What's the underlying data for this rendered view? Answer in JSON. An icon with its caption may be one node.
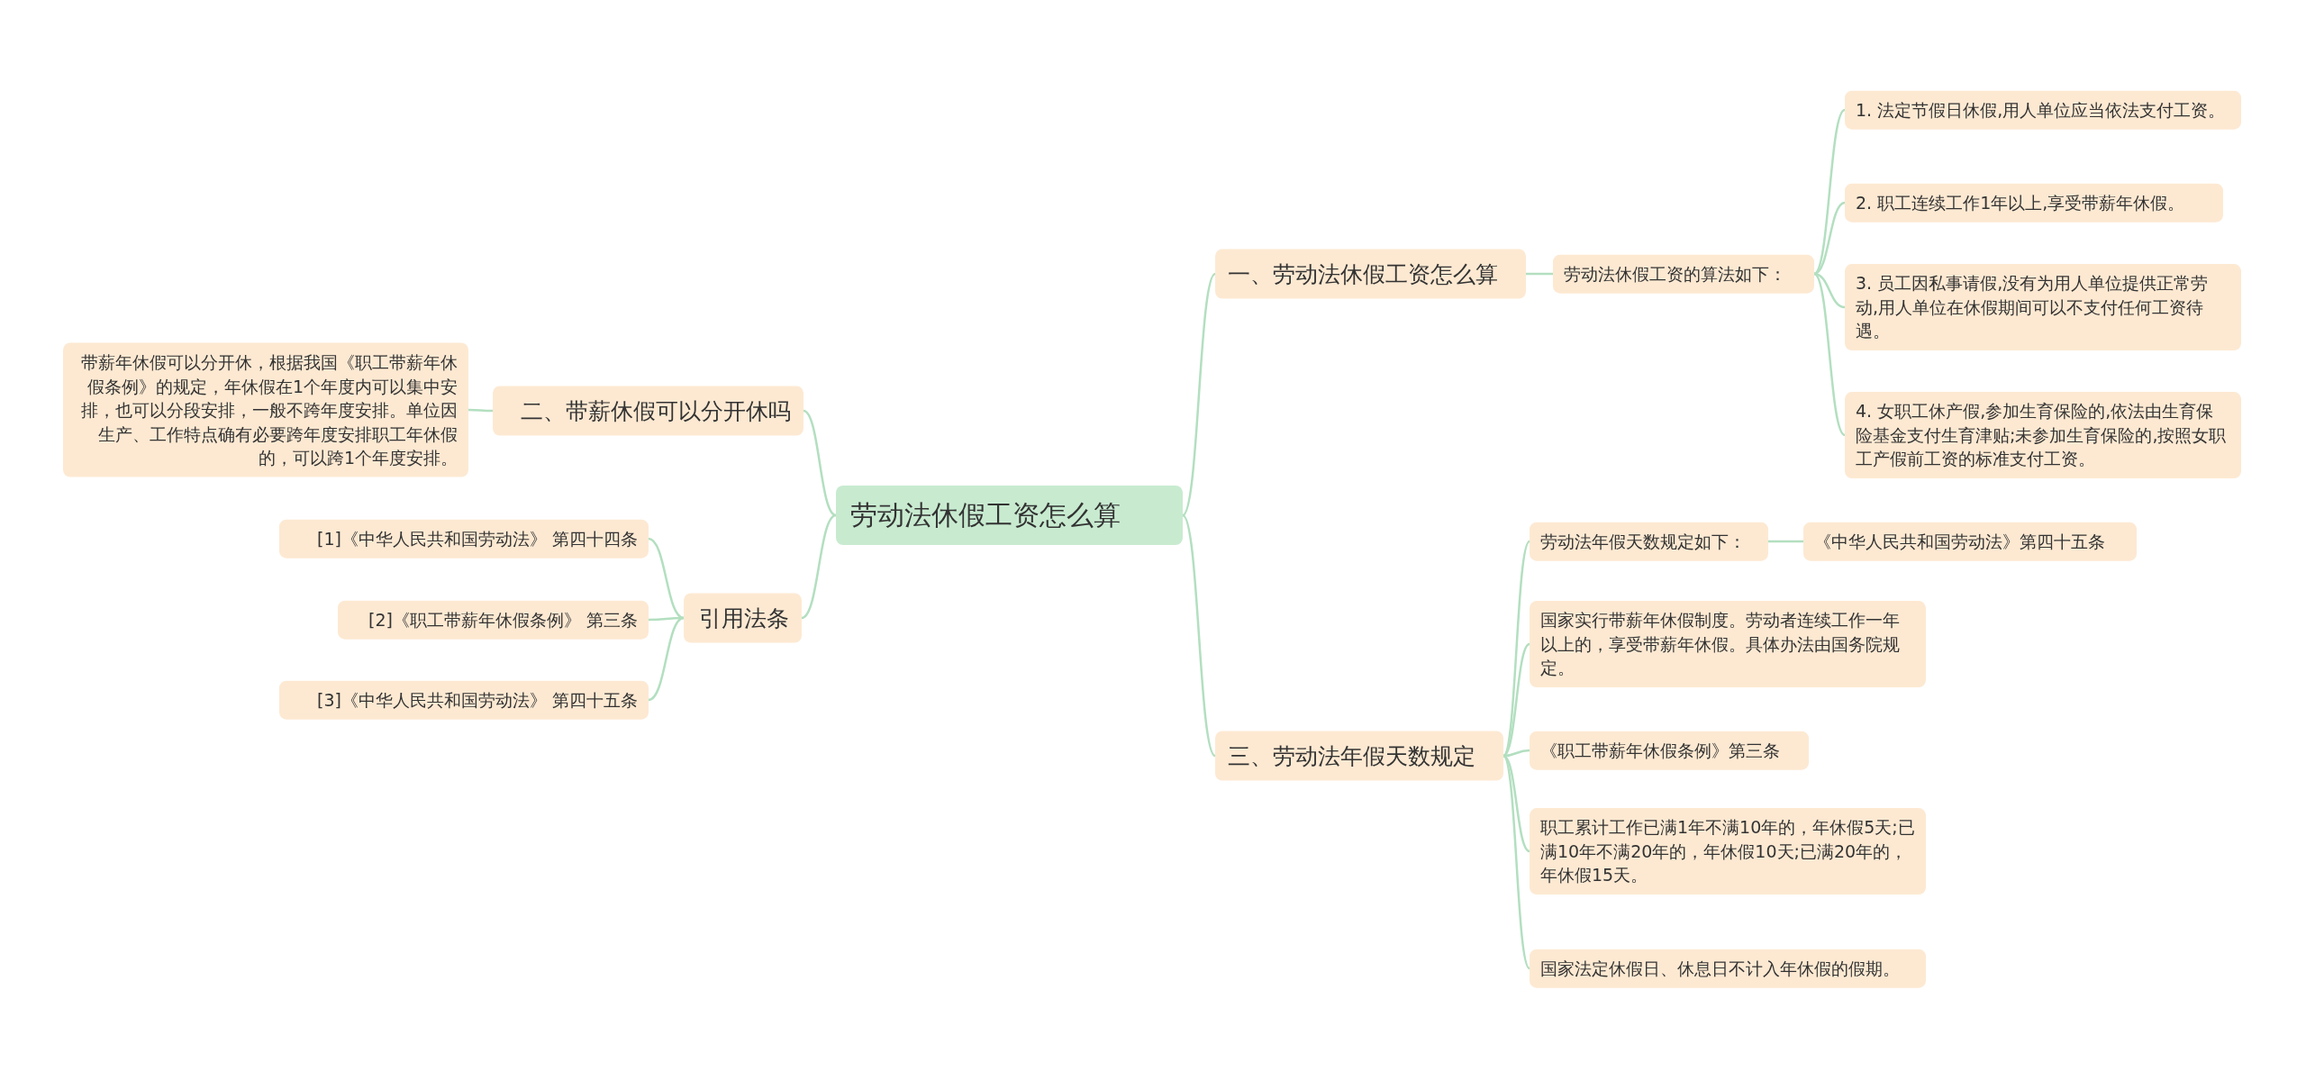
{
  "diagram": {
    "nodes": [
      {
        "text": [
          "劳动法休假工资怎么算"
        ]
      },
      {
        "text": [
          "一、劳动法休假工资怎么算"
        ]
      },
      {
        "text": [
          "劳动法休假工资的算法如下："
        ]
      },
      {
        "text": [
          "1. 法定节假日休假,用人单位应当依法支付工资。"
        ]
      },
      {
        "text": [
          "2. 职工连续工作1年以上,享受带薪年休假。"
        ]
      },
      {
        "text": [
          "3. 员工因私事请假,没有为用人单位提供正常劳动,用人单位在休假期间可以不支付任何工资待遇。"
        ]
      },
      {
        "text": [
          "4. 女职工休产假,参加生育保险的,依法由生育保险基金支付生育津贴;未参加生育保险的,按照女职工产假前工资的标准支付工资。"
        ]
      },
      {
        "text": [
          "三、劳动法年假天数规定"
        ]
      },
      {
        "text": [
          "劳动法年假天数规定如下："
        ]
      },
      {
        "text": [
          "《中华人民共和国劳动法》第四十五条"
        ]
      },
      {
        "text": [
          "国家实行带薪年休假制度。劳动者连续工作一年以上的，享受带薪年休假。具体办法由国务院规定。"
        ]
      },
      {
        "text": [
          "《职工带薪年休假条例》第三条"
        ]
      },
      {
        "text": [
          "职工累计工作已满1年不满10年的，年休假5天;已满10年不满20年的，年休假10天;已满20年的，年休假15天。"
        ]
      },
      {
        "text": [
          "国家法定休假日、休息日不计入年休假的假期。"
        ]
      },
      {
        "text": [
          "二、带薪休假可以分开休吗"
        ]
      },
      {
        "text": [
          "带薪年休假可以分开休，根据我国《职工带薪年休假条例》的规定，年休假在1个年度内可以集中安排，也可以分段安排，一般不跨年度安排。单位因生产、工作特点确有必要跨年度安排职工年休假的，可以跨1个年度安排。"
        ]
      },
      {
        "text": [
          "引用法条"
        ]
      },
      {
        "text": [
          "[1]《中华人民共和国劳动法》 第四十四条"
        ]
      },
      {
        "text": [
          "[2]《职工带薪年休假条例》 第三条"
        ]
      },
      {
        "text": [
          "[3]《中华人民共和国劳动法》 第四十五条"
        ]
      }
    ],
    "edges": [
      {
        "from": 0,
        "to": 1,
        "arrow": "none"
      },
      {
        "from": 1,
        "to": 2,
        "arrow": "none"
      },
      {
        "from": 2,
        "to": 3,
        "arrow": "none"
      },
      {
        "from": 2,
        "to": 4,
        "arrow": "none"
      },
      {
        "from": 2,
        "to": 5,
        "arrow": "none"
      },
      {
        "from": 2,
        "to": 6,
        "arrow": "none"
      },
      {
        "from": 0,
        "to": 7,
        "arrow": "none"
      },
      {
        "from": 7,
        "to": 8,
        "arrow": "none"
      },
      {
        "from": 8,
        "to": 9,
        "arrow": "none"
      },
      {
        "from": 7,
        "to": 10,
        "arrow": "none"
      },
      {
        "from": 7,
        "to": 11,
        "arrow": "none"
      },
      {
        "from": 7,
        "to": 12,
        "arrow": "none"
      },
      {
        "from": 7,
        "to": 13,
        "arrow": "none"
      },
      {
        "from": 0,
        "to": 14,
        "arrow": "none"
      },
      {
        "from": 14,
        "to": 15,
        "arrow": "none"
      },
      {
        "from": 0,
        "to": 16,
        "arrow": "none"
      },
      {
        "from": 16,
        "to": 17,
        "arrow": "none"
      },
      {
        "from": 16,
        "to": 18,
        "arrow": "none"
      },
      {
        "from": 16,
        "to": 19,
        "arrow": "none"
      }
    ]
  }
}
